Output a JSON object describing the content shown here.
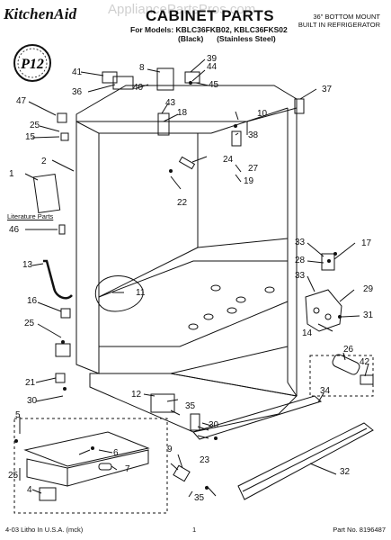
{
  "header": {
    "brand": "KitchenAid",
    "title": "CABINET PARTS",
    "models_line": "For Models: KBLC36FKB02, KBLC36FKS02",
    "color_black": "(Black)",
    "color_stainless": "(Stainless Steel)",
    "spec_line1": "36\" BOTTOM MOUNT",
    "spec_line2": "BUILT IN REFRIGERATOR",
    "watermark": "AppliancePartsPros.com",
    "badge": "P12"
  },
  "literature_label": "Literature Parts",
  "footer": {
    "left": "4-03 Litho In U.S.A. (mck)",
    "center": "1",
    "right": "Part No. 8196487"
  },
  "callouts": {
    "c1": "1",
    "c2": "2",
    "c4": "4",
    "c5": "5",
    "c6": "6",
    "c7": "7",
    "c8": "8",
    "c9": "9",
    "c10": "10",
    "c11": "11",
    "c12": "12",
    "c13": "13",
    "c14": "14",
    "c15": "15",
    "c16": "16",
    "c17": "17",
    "c18": "18",
    "c19": "19",
    "c21": "21",
    "c22": "22",
    "c23": "23",
    "c24": "24",
    "c25a": "25",
    "c25b": "25",
    "c25c": "25",
    "c26": "26",
    "c27": "27",
    "c28": "28",
    "c29": "29",
    "c30a": "30",
    "c30b": "30",
    "c31": "31",
    "c32": "32",
    "c33a": "33",
    "c33b": "33",
    "c34": "34",
    "c35a": "35",
    "c35b": "35",
    "c36": "36",
    "c37": "37",
    "c38": "38",
    "c39": "39",
    "c40": "40",
    "c41": "41",
    "c42": "42",
    "c43": "43",
    "c44": "44",
    "c45": "45",
    "c46": "46",
    "c47": "47"
  }
}
